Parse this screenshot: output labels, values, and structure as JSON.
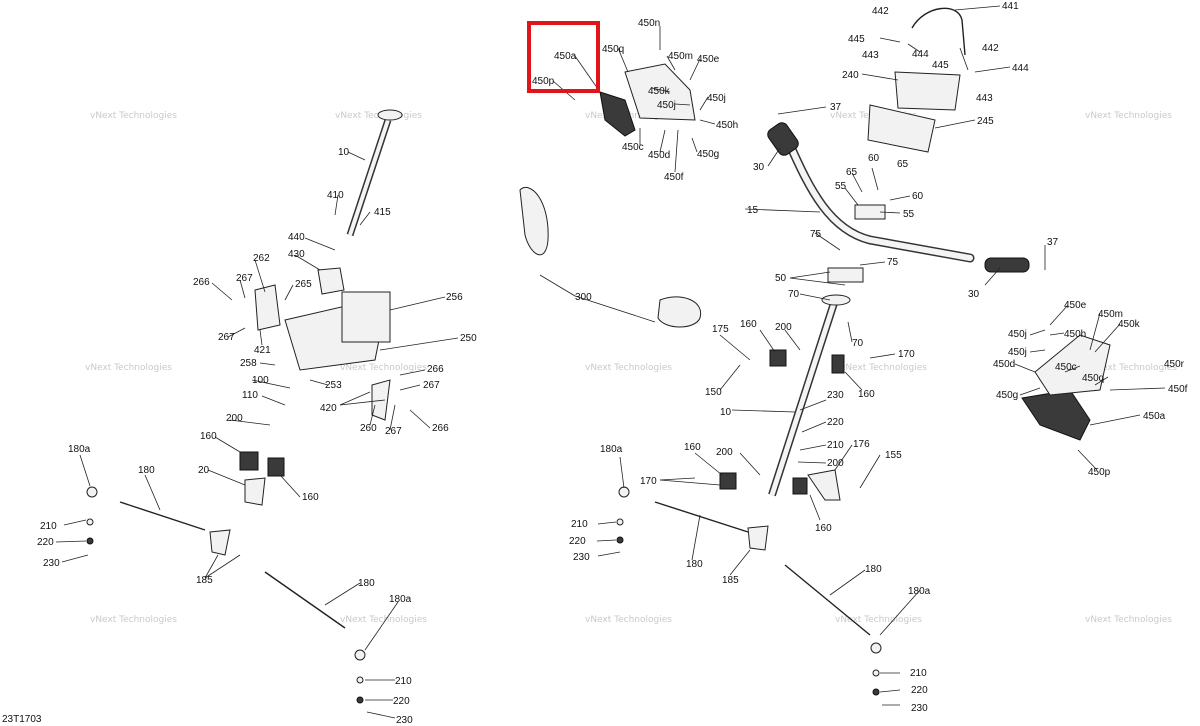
{
  "figure_code": "23T1703",
  "watermark_text": "vNext Technologies",
  "highlight_color": "#e0141b",
  "highlighted_part": "450a",
  "callouts": [
    "441",
    "442",
    "443",
    "444",
    "445",
    "240",
    "245",
    "37",
    "30",
    "60",
    "65",
    "55",
    "15",
    "75",
    "50",
    "70",
    "37",
    "30",
    "450a",
    "450p",
    "450q",
    "450n",
    "450m",
    "450e",
    "450k",
    "450j",
    "450h",
    "450c",
    "450d",
    "450g",
    "450f",
    "10",
    "410",
    "415",
    "440",
    "430",
    "262",
    "267",
    "265",
    "266",
    "256",
    "250",
    "421",
    "258",
    "100",
    "253",
    "110",
    "420",
    "260",
    "200",
    "160",
    "20",
    "180a",
    "180",
    "210",
    "220",
    "230",
    "185",
    "300",
    "175",
    "150",
    "170",
    "176",
    "155",
    "450e",
    "450m",
    "450k",
    "450h",
    "450j",
    "450d",
    "450c",
    "450q",
    "450f",
    "450g",
    "450a",
    "450p",
    "450r"
  ]
}
